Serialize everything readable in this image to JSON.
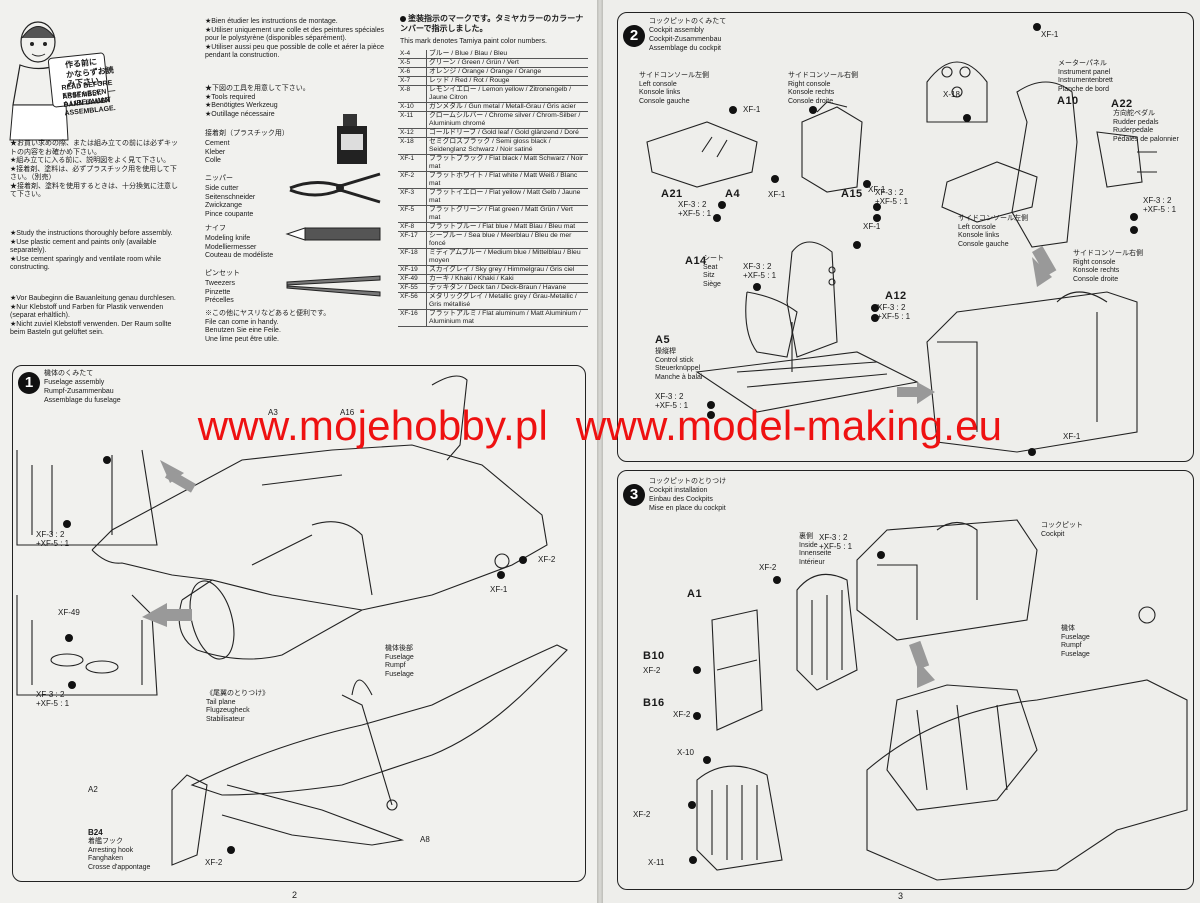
{
  "left_page": {
    "read_first": {
      "jp": "作る前に\nかならずお読み下さい。",
      "en": "READ BEFORE ASSEMBLY.",
      "de": "ERST LESEN — DANN BAUEN",
      "fr": "A LIRE AVANT ASSEMBLAGE."
    },
    "intro_jp": "★お買い求めの際、または組み立ての前には必ずキットの内容をお確かめ下さい。\n★組み立てに入る前に、説明図をよく見て下さい。\n★接着剤、塗料は、必ずプラスチック用を使用して下さい。（別売）\n★接着剤、塗料を使用するときは、十分換気に注意して下さい。",
    "intro_en": "★Study the instructions thoroughly before assembly.\n★Use plastic cement and paints only (available separately).\n★Use cement sparingly and ventilate room while constructing.",
    "intro_de": "★Vor Baubeginn die Bauanleitung genau durchlesen.\n★Nur Klebstoff und Farben für Plastik verwenden (separat erhältlich).\n★Nicht zuviel Klebstoff verwenden. Der Raum sollte beim Basteln gut gelüftet sein.",
    "intro_fr": "★Bien étudier les instructions de montage.\n★Utiliser uniquement une colle et des peintures spéciales pour le polystyrène (disponibles séparément).\n★Utiliser aussi peu que possible de colle et aérer la pièce pendant la construction.",
    "tools_title": "★下図の工具を用意して下さい。\n★Tools required\n★Benötigtes Werkzeug\n★Outillage nécessaire",
    "tools": [
      {
        "jp": "接着剤（プラスチック用）",
        "text": "Cement\nKleber\nColle"
      },
      {
        "jp": "ニッパー",
        "text": "Side cutter\nSeitenschneider\nZwickzange\nPince coupante"
      },
      {
        "jp": "ナイフ",
        "text": "Modeling knife\nModelliermesser\nCouteau de modéliste"
      },
      {
        "jp": "ピンセット",
        "text": "Tweezers\nPinzette\nPrécelles"
      }
    ],
    "file_note": "※この他にヤスリなどあると便利です。\nFile can come in handy.\nBenutzen Sie eine Feile.\nUne lime peut être utile.",
    "paint_header_jp": "塗装指示のマークです。タミヤカラーのカラーナンバーで指示しました。",
    "paint_header_en": "This mark denotes Tamiya paint color numbers.",
    "paints": [
      {
        "code": "X-4",
        "name": "ブルー / Blue / Blau / Bleu"
      },
      {
        "code": "X-5",
        "name": "グリーン / Green / Grün / Vert"
      },
      {
        "code": "X-6",
        "name": "オレンジ / Orange / Orange / Orange"
      },
      {
        "code": "X-7",
        "name": "レッド / Red / Rot / Rouge"
      },
      {
        "code": "X-8",
        "name": "レモンイエロー / Lemon yellow / Zitronengelb / Jaune Citron"
      },
      {
        "code": "X-10",
        "name": "ガンメタル / Gun metal / Metall-Grau / Gris acier"
      },
      {
        "code": "X-11",
        "name": "クロームシルバー / Chrome silver / Chrom-Silber / Aluminium chromé"
      },
      {
        "code": "X-12",
        "name": "ゴールドリーフ / Gold leaf / Gold glänzend / Doré"
      },
      {
        "code": "X-18",
        "name": "セミグロスブラック / Semi gloss black / Seidenglanz Schwarz / Noir satiné"
      },
      {
        "code": "XF-1",
        "name": "フラットブラック / Flat black / Matt Schwarz / Noir mat"
      },
      {
        "code": "XF-2",
        "name": "フラットホワイト / Flat white / Matt Weiß / Blanc mat"
      },
      {
        "code": "XF-3",
        "name": "フラットイエロー / Flat yellow / Matt Gelb / Jaune mat"
      },
      {
        "code": "XF-5",
        "name": "フラットグリーン / Flat green / Matt Grün / Vert mat"
      },
      {
        "code": "XF-8",
        "name": "フラットブルー / Flat blue / Matt Blau / Bleu mat"
      },
      {
        "code": "XF-17",
        "name": "シーブルー / Sea blue / Meerblau / Bleu de mer foncé"
      },
      {
        "code": "XF-18",
        "name": "ミディアムブルー / Medium blue / Mittelblau / Bleu moyen"
      },
      {
        "code": "XF-19",
        "name": "スカイグレイ / Sky grey / Himmelgrau / Gris ciel"
      },
      {
        "code": "XF-49",
        "name": "カーキ / Khaki / Khaki / Kaki"
      },
      {
        "code": "XF-55",
        "name": "デッキタン / Deck tan / Deck-Braun / Havane"
      },
      {
        "code": "XF-56",
        "name": "メタリックグレイ / Metallic grey / Grau-Metallic / Gris métallisé"
      },
      {
        "code": "XF-16",
        "name": "フラットアルミ / Flat aluminum / Matt Aluminium / Aluminium mat"
      }
    ],
    "step1": {
      "number": "1",
      "jp": "機体のくみたて",
      "en": "Fuselage assembly",
      "de": "Rumpf-Zusammenbau",
      "fr": "Assemblage du fuselage",
      "labels": {
        "a3": "A3",
        "a16": "A16",
        "a2": "A2",
        "a8": "A8",
        "b24": "B24",
        "xf2a": "XF-2",
        "xf1": "XF-1",
        "xf2b": "XF-2",
        "xf49": "XF-49",
        "mix1": "XF-3 : 2\n+XF-5 : 1",
        "mix2": "XF-3 : 2\n+XF-5 : 1"
      },
      "b24_desc": "着艦フック\nArresting hook\nFanghaken\nCrosse d'appontage",
      "rear_fuselage": "機体後部\nFuselage\nRumpf\nFuselage",
      "tail": "《尾翼のとりつけ》\nTail plane\nFlugzeugheck\nStabilisateur"
    },
    "page_number": "2"
  },
  "right_page": {
    "step2": {
      "number": "2",
      "jp": "コックピットのくみたて",
      "en": "Cockpit assembly",
      "de": "Cockpit-Zusammenbau",
      "fr": "Assemblage du cockpit",
      "left_console": "サイドコンソール左側\nLeft console\nKonsole links\nConsole gauche",
      "right_console": "サイドコンソール右側\nRight console\nKonsole rechts\nConsole droite",
      "instrument": "メーターパネル\nInstrument panel\nInstrumentenbrett\nPlanche de bord",
      "rudder": "方向舵ペダル\nRudder pedals\nRuderpedale\nPédales de palonnier",
      "left_console2": "サイドコンソール左側\nLeft console\nKonsole links\nConsole gauche",
      "right_console2": "サイドコンソール右側\nRight console\nKonsole rechts\nConsole droite",
      "seat": "シート\nSeat\nSitz\nSiège",
      "stick": "操縦桿\nControl stick\nSteuerknüppel\nManche à balai",
      "labels": {
        "a21": "A21",
        "a4": "A4",
        "a15": "A15",
        "a10": "A10",
        "a22": "A22",
        "a14": "A14",
        "a5": "A5",
        "a12": "A12",
        "x18": "X-18",
        "xf1a": "XF-1",
        "xf1b": "XF-1",
        "xf1c": "XF-1",
        "xf1d": "XF-1",
        "xf1e": "XF-1",
        "xf1f": "XF-1",
        "mix": "XF-3 : 2\n+XF-5 : 1"
      }
    },
    "step3": {
      "number": "3",
      "jp": "コックピットのとりつけ",
      "en": "Cockpit installation",
      "de": "Einbau des Cockpits",
      "fr": "Mise en place du cockpit",
      "cockpit": "コックピット\nCockpit",
      "inside": "裏側\nInside\nInnenseite\nIntérieur",
      "fuselage": "機体\nFuselage\nRumpf\nFuselage",
      "labels": {
        "a1": "A1",
        "b10": "B10",
        "b16": "B16",
        "x10": "X-10",
        "x11": "X-11",
        "xf2a": "XF-2",
        "xf2b": "XF-2",
        "xf2c": "XF-2",
        "xf2d": "XF-2",
        "mix": "XF-3 : 2\n+XF-5 : 1"
      }
    },
    "page_number": "3"
  },
  "watermark": {
    "site1": "www.mojehobby.pl",
    "site2": "www.model-making.eu",
    "color": "#ee1111"
  }
}
